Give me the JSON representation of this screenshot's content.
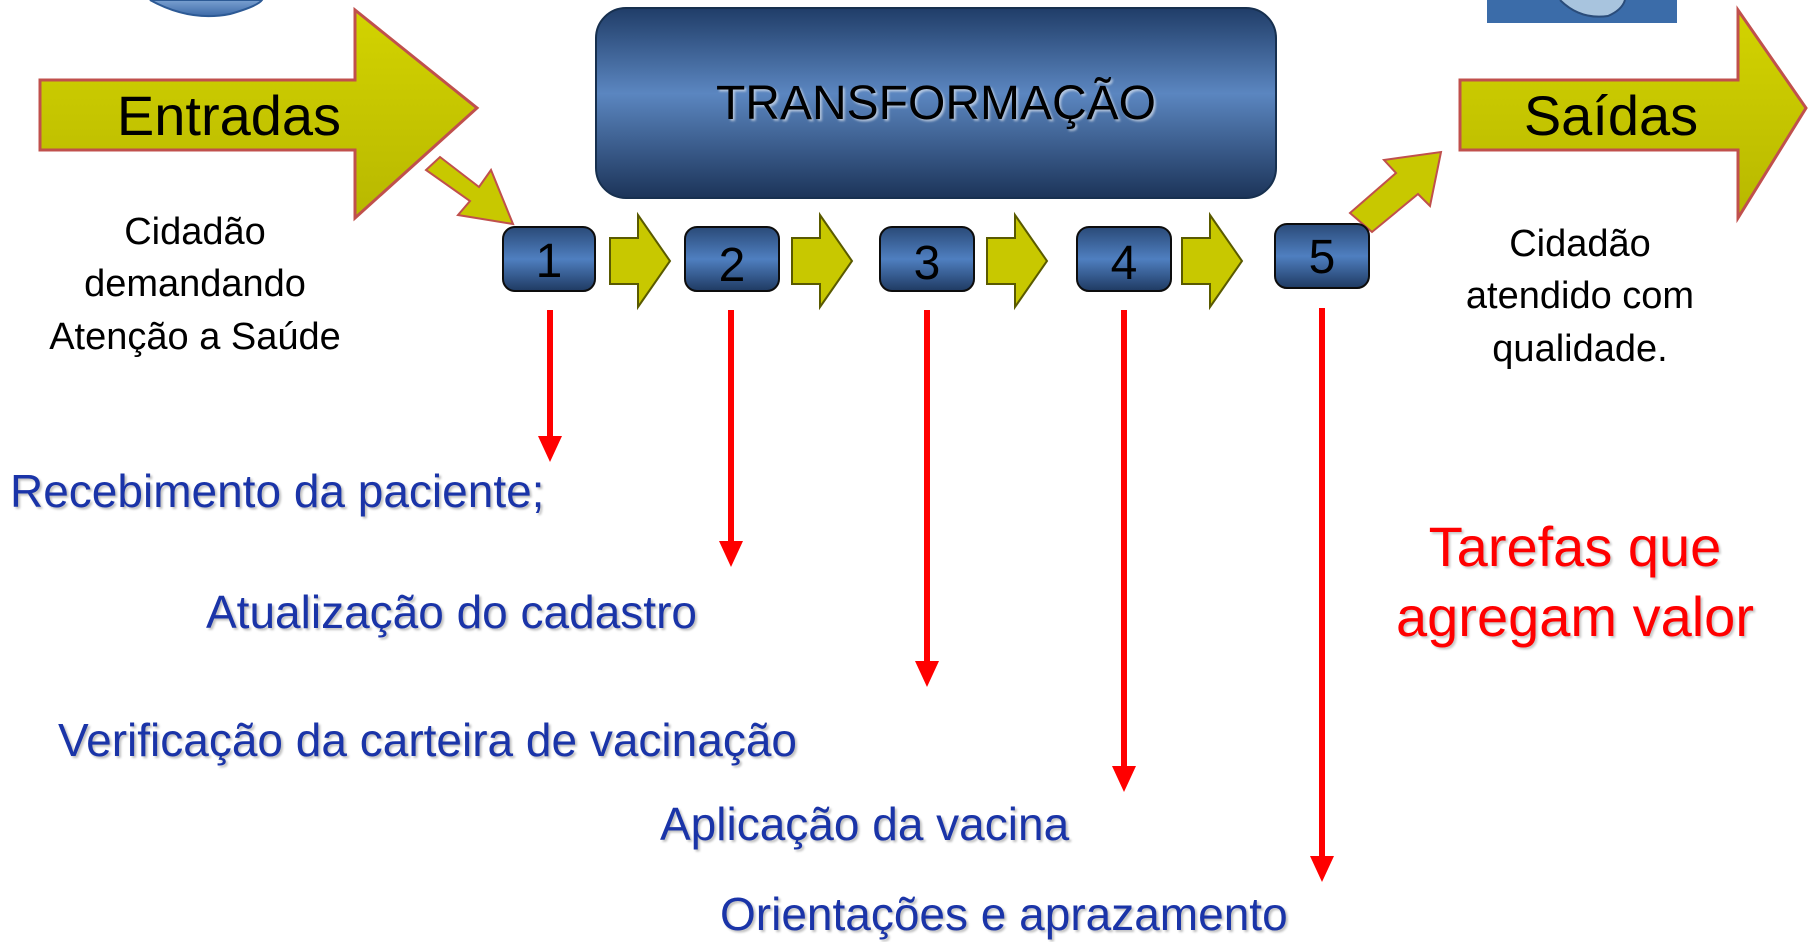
{
  "inputs": {
    "label": "Entradas",
    "description_lines": [
      "Cidadão",
      "demandando",
      "Atenção a Saúde"
    ]
  },
  "transformation": {
    "label": "TRANSFORMAÇÃO"
  },
  "outputs": {
    "label": "Saídas",
    "description_lines": [
      "Cidadão",
      "atendido com",
      "qualidade."
    ]
  },
  "steps": [
    "1",
    "2",
    "3",
    "4",
    "5"
  ],
  "tasks": [
    "Recebimento da paciente;",
    "Atualização do cadastro",
    "Verificação da carteira de vacinação",
    "Aplicação da vacina",
    "Orientações e aprazamento"
  ],
  "note_lines": [
    "Tarefas que",
    "agregam valor"
  ],
  "colors": {
    "arrow_fill": "#c8c800",
    "arrow_stroke": "#c0504d",
    "box_dark": "#1f3a60",
    "box_light": "#4f81bd",
    "task_text": "#1a34a8",
    "red": "#ff0000"
  }
}
